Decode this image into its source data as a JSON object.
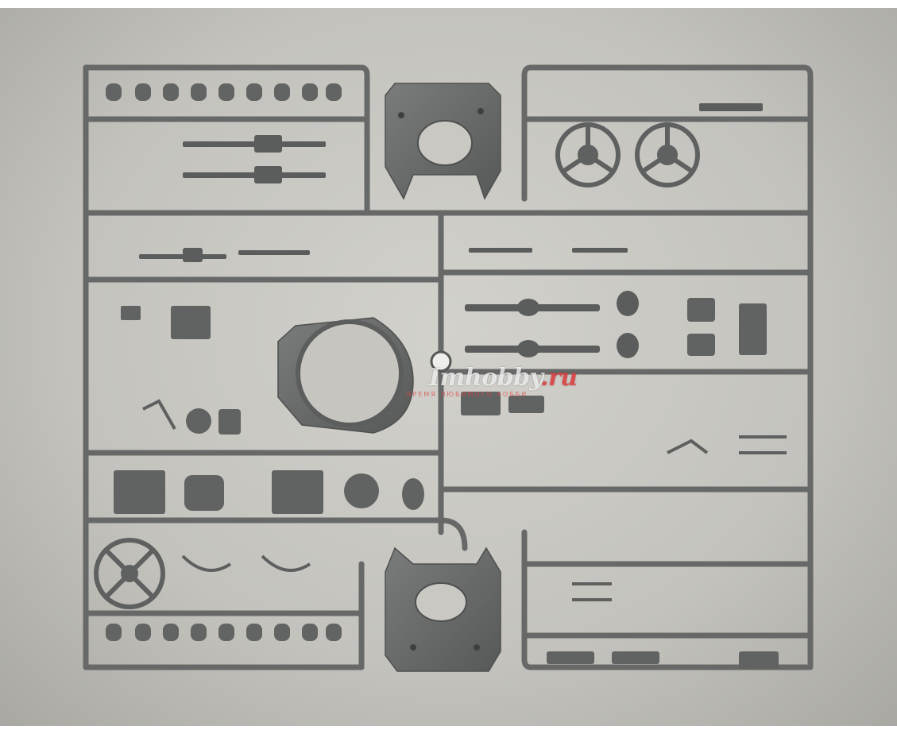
{
  "photo": {
    "background_color": "#c8c7c2",
    "plastic_color": "#6a6c6b",
    "plastic_shade": "#555756"
  },
  "watermark": {
    "title_main": "Imhobby",
    "title_dot": ".",
    "title_tld": "ru",
    "subtitle": "ВРЕМЯ ЛЮБИМОГО ХОББИ",
    "accent_color": "#e03c3c"
  }
}
